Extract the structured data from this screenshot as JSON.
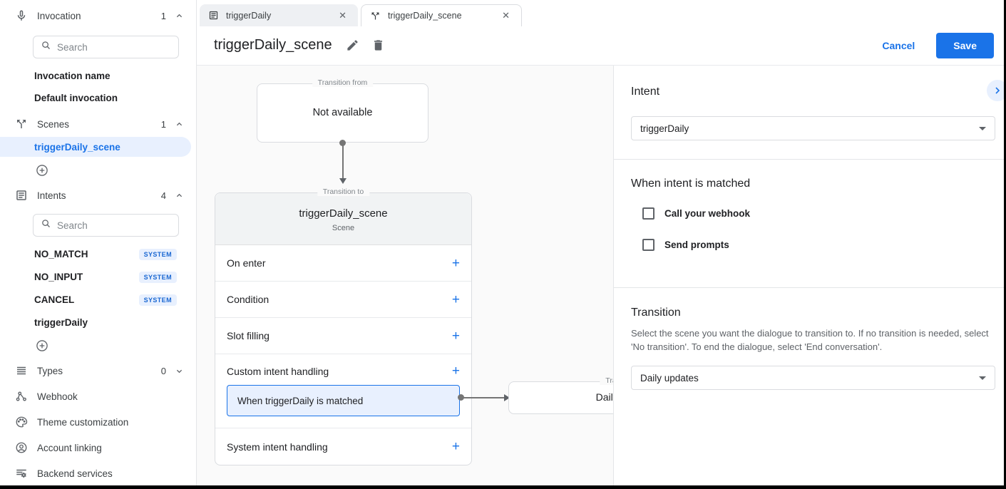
{
  "sidebar": {
    "invocation": {
      "label": "Invocation",
      "count": "1",
      "search_placeholder": "Search",
      "items": [
        {
          "label": "Invocation name"
        },
        {
          "label": "Default invocation"
        }
      ]
    },
    "scenes": {
      "label": "Scenes",
      "count": "1",
      "selected_item": "triggerDaily_scene"
    },
    "intents": {
      "label": "Intents",
      "count": "4",
      "search_placeholder": "Search",
      "items": [
        {
          "label": "NO_MATCH",
          "badge": "SYSTEM"
        },
        {
          "label": "NO_INPUT",
          "badge": "SYSTEM"
        },
        {
          "label": "CANCEL",
          "badge": "SYSTEM"
        },
        {
          "label": "triggerDaily",
          "badge": ""
        }
      ]
    },
    "types": {
      "label": "Types",
      "count": "0"
    },
    "webhook": {
      "label": "Webhook"
    },
    "theme": {
      "label": "Theme customization"
    },
    "account": {
      "label": "Account linking"
    },
    "backend": {
      "label": "Backend services"
    }
  },
  "tabs": [
    {
      "label": "triggerDaily"
    },
    {
      "label": "triggerDaily_scene"
    }
  ],
  "header": {
    "title": "triggerDaily_scene",
    "cancel_label": "Cancel",
    "save_label": "Save"
  },
  "canvas": {
    "transition_from": {
      "legend": "Transition from",
      "text": "Not available"
    },
    "scene_node": {
      "legend": "Transition to",
      "title": "triggerDaily_scene",
      "subtitle": "Scene",
      "add_icon": "+",
      "rows": [
        {
          "label": "On enter"
        },
        {
          "label": "Condition"
        },
        {
          "label": "Slot filling"
        },
        {
          "label": "Custom intent handling"
        },
        {
          "label": "System intent handling"
        }
      ],
      "selected_handler": "When triggerDaily is matched"
    },
    "target_node": {
      "legend": "Transition to",
      "text": "Daily updates"
    }
  },
  "panel": {
    "intent_heading": "Intent",
    "intent_value": "triggerDaily",
    "matched_heading": "When intent is matched",
    "checkboxes": [
      {
        "label": "Call your webhook",
        "checked": false
      },
      {
        "label": "Send prompts",
        "checked": false
      }
    ],
    "transition_heading": "Transition",
    "transition_description": "Select the scene you want the dialogue to transition to. If no transition is needed, select 'No transition'. To end the dialogue, select 'End conversation'.",
    "transition_value": "Daily updates"
  },
  "colors": {
    "accent": "#1a73e8",
    "selected_bg": "#e8f0fe",
    "badge_text": "#1967d2"
  }
}
